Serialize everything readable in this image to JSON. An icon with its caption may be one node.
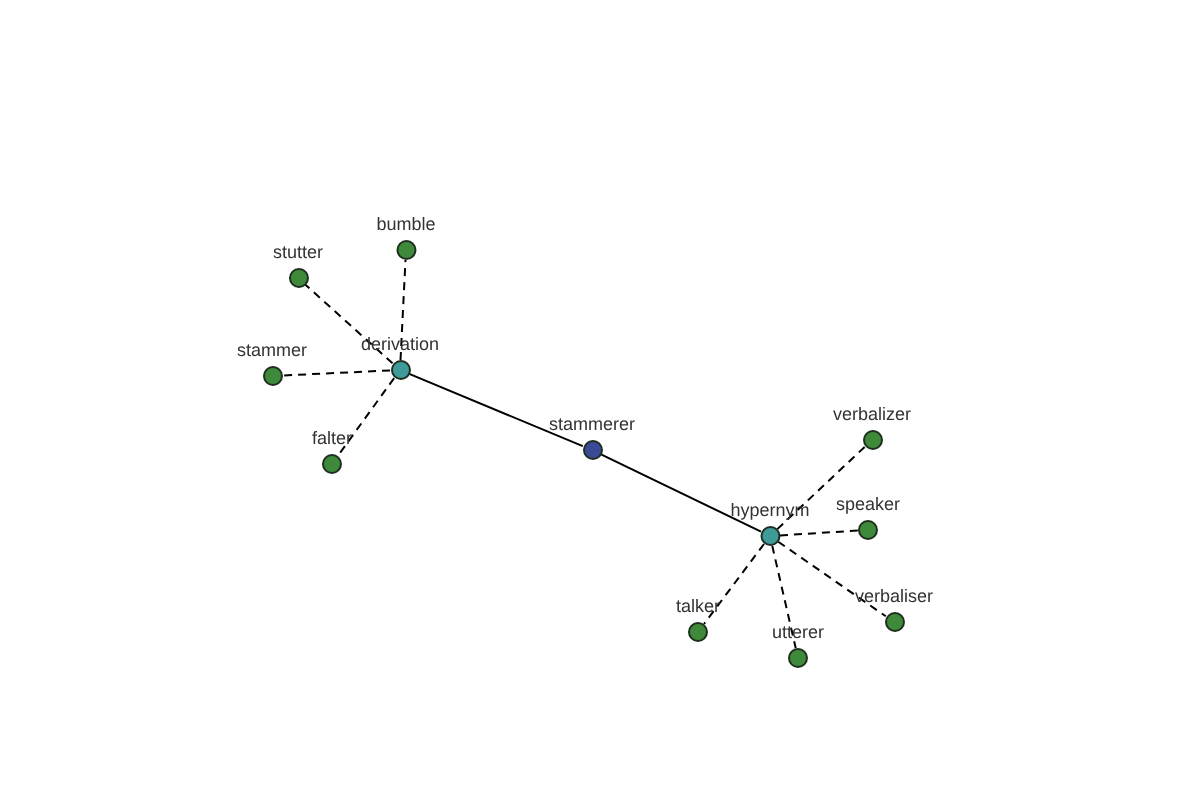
{
  "diagram": {
    "nodes": [
      {
        "text": [
          "stammerer"
        ]
      },
      {
        "text": [
          "derivation"
        ]
      },
      {
        "text": [
          "hypernym"
        ]
      },
      {
        "text": [
          "bumble"
        ]
      },
      {
        "text": [
          "stutter"
        ]
      },
      {
        "text": [
          "stammer"
        ]
      },
      {
        "text": [
          "falter"
        ]
      },
      {
        "text": [
          "verbalizer"
        ]
      },
      {
        "text": [
          "speaker"
        ]
      },
      {
        "text": [
          "verbaliser"
        ]
      },
      {
        "text": [
          "talker"
        ]
      },
      {
        "text": [
          "utterer"
        ]
      }
    ],
    "edges": [
      {
        "from": 0,
        "to": 1,
        "arrow": "none"
      },
      {
        "from": 0,
        "to": 2,
        "arrow": "none"
      },
      {
        "from": 1,
        "to": 3,
        "arrow": "none",
        "style": "dashed"
      },
      {
        "from": 1,
        "to": 4,
        "arrow": "none",
        "style": "dashed"
      },
      {
        "from": 1,
        "to": 5,
        "arrow": "none",
        "style": "dashed"
      },
      {
        "from": 1,
        "to": 6,
        "arrow": "none",
        "style": "dashed"
      },
      {
        "from": 2,
        "to": 7,
        "arrow": "none",
        "style": "dashed"
      },
      {
        "from": 2,
        "to": 8,
        "arrow": "none",
        "style": "dashed"
      },
      {
        "from": 2,
        "to": 9,
        "arrow": "none",
        "style": "dashed"
      },
      {
        "from": 2,
        "to": 10,
        "arrow": "none",
        "style": "dashed"
      },
      {
        "from": 2,
        "to": 11,
        "arrow": "none",
        "style": "dashed"
      }
    ]
  }
}
